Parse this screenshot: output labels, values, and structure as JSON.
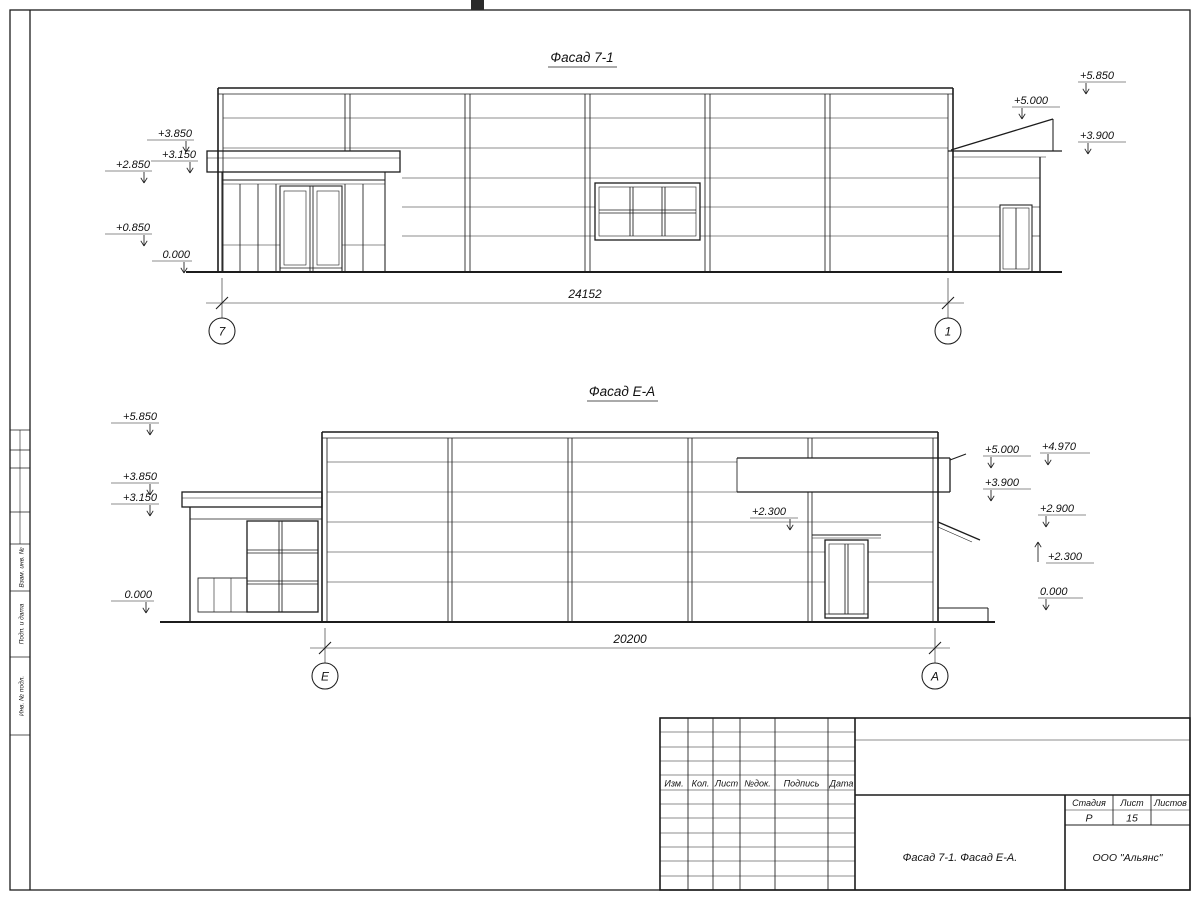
{
  "sheet": {
    "background": "#ffffff",
    "line_color": "#1c1c1c"
  },
  "facade1": {
    "title": "Фасад 7-1",
    "dimension": "24152",
    "axis_left": "7",
    "axis_right": "1",
    "marks_left": [
      "+3.850",
      "+3.150",
      "+2.850",
      "+0.850",
      "0.000"
    ],
    "marks_right": [
      "+5.850",
      "+5.000",
      "+3.900"
    ]
  },
  "facade2": {
    "title": "Фасад Е-А",
    "dimension": "20200",
    "axis_left": "Е",
    "axis_right": "А",
    "marks_left": [
      "+5.850",
      "+3.850",
      "+3.150",
      "0.000"
    ],
    "mark_mid": "+2.300",
    "marks_right": [
      "+5.000",
      "+4.970",
      "+3.900",
      "+2.900",
      "+2.300",
      "0.000"
    ]
  },
  "title_block": {
    "columns": [
      "Изм.",
      "Кол.",
      "Лист",
      "№док.",
      "Подпись",
      "Дата"
    ],
    "stage_label": "Стадия",
    "sheet_label": "Лист",
    "sheets_label": "Листов",
    "stage_value": "Р",
    "sheet_value": "15",
    "drawing_title": "Фасад 7-1. Фасад Е-А.",
    "company": "ООО \"Альянс\""
  },
  "side_stamp": {
    "labels": [
      "Взам. инв. №",
      "Подп. и дата",
      "Инв. № подл."
    ]
  }
}
